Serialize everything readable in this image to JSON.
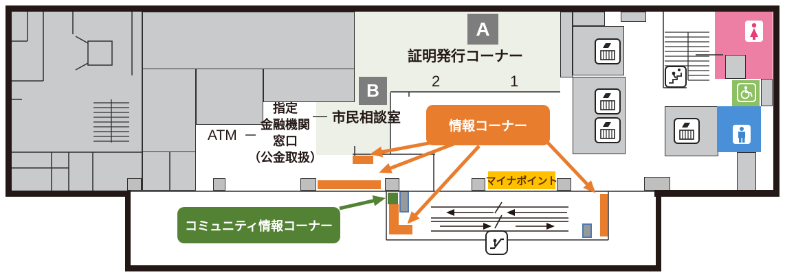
{
  "map": {
    "markers": {
      "a": "A",
      "b": "B"
    },
    "certificate_corner": {
      "title": "証明発行コーナー",
      "counter_left": "2",
      "counter_right": "1"
    },
    "consultation_room": {
      "label": "市民相談室"
    },
    "bank": {
      "atm": "ATM",
      "window_lines": [
        "指定",
        "金融機関",
        "窓口",
        "（公金取扱）"
      ]
    },
    "callouts": {
      "info_corner": {
        "label": "情報コーナー",
        "color": "#e87d2e"
      },
      "community_info": {
        "label": "コミュニティ情報コーナー",
        "color": "#548235"
      },
      "myna_point": {
        "label": "マイナポイント",
        "bg": "#ffc000",
        "fg": "#5b3200"
      }
    },
    "icons": [
      "elevator-icon",
      "stairs-icon",
      "escalator-icon",
      "female-toilet-icon",
      "male-toilet-icon",
      "wheelchair-icon"
    ],
    "colors": {
      "wall": "#231815",
      "room_gray": "#c9cacb",
      "zone_green": "#edf0e6",
      "female_pink": "#ee7fa4",
      "male_blue": "#4a90d9",
      "accessible_green": "#8cc063",
      "accent_orange": "#e87d2e",
      "accent_green": "#548235"
    }
  }
}
